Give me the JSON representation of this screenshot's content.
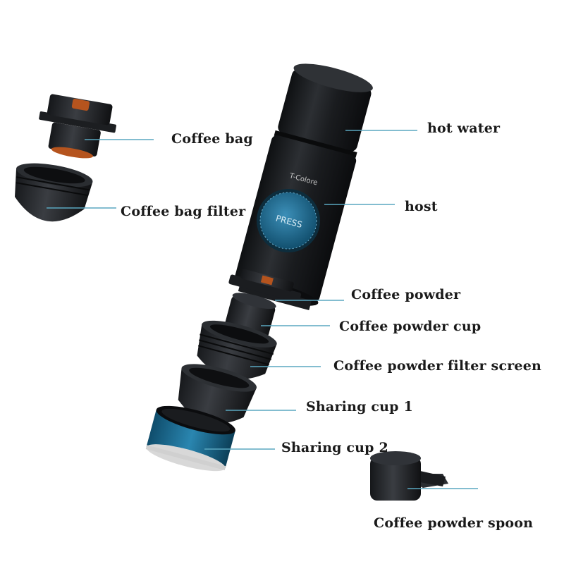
{
  "device": {
    "brand": "T-Colore",
    "button_text": "PRESS"
  },
  "colors": {
    "body": "#1e2023",
    "accent_blue": "#1f6f96",
    "leader_line": "#5aa7c0",
    "copper": "#b5541e",
    "text": "#1a1a1a"
  },
  "labels": {
    "hot_water": "hot water",
    "host": "host",
    "coffee_bag": "Coffee bag",
    "coffee_bag_filter": "Coffee bag filter",
    "coffee_powder": "Coffee powder",
    "coffee_powder_cup": "Coffee powder cup",
    "coffee_powder_filter_screen": "Coffee powder filter screen",
    "sharing_cup_1": "Sharing cup 1",
    "sharing_cup_2": "Sharing cup 2",
    "coffee_powder_spoon": "Coffee powder spoon"
  }
}
